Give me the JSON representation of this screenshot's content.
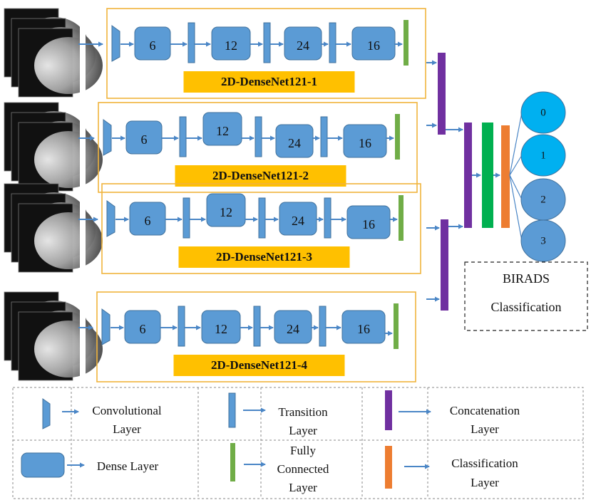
{
  "branches": [
    {
      "title": "2D-DenseNet121-1",
      "dense": [
        "6",
        "12",
        "24",
        "16"
      ]
    },
    {
      "title": "2D-DenseNet121-2",
      "dense": [
        "6",
        "12",
        "24",
        "16"
      ]
    },
    {
      "title": "2D-DenseNet121-3",
      "dense": [
        "6",
        "12",
        "24",
        "16"
      ]
    },
    {
      "title": "2D-DenseNet121-4",
      "dense": [
        "6",
        "12",
        "24",
        "16"
      ]
    }
  ],
  "classes": [
    "0",
    "1",
    "2",
    "3"
  ],
  "birads": {
    "line1": "BIRADS",
    "line2": "Classification"
  },
  "legend": {
    "conv": [
      "Convolutional",
      "Layer"
    ],
    "transition": [
      "Transition",
      "Layer"
    ],
    "concat": [
      "Concatenation",
      "Layer"
    ],
    "dense": [
      "Dense Layer"
    ],
    "fc": [
      "Fully",
      "Connected",
      "Layer"
    ],
    "classification": [
      "Classification",
      "Layer"
    ]
  },
  "colors": {
    "block": "#5b9bd5",
    "blockStroke": "#41719c",
    "branchBorder": "#f0b43c",
    "titleFill": "#ffc000",
    "fc": "#70ad47",
    "concat": "#7030a0",
    "concatMid": "#00b050",
    "classifier": "#ed7d31",
    "classCircle": "#00b0f0"
  }
}
